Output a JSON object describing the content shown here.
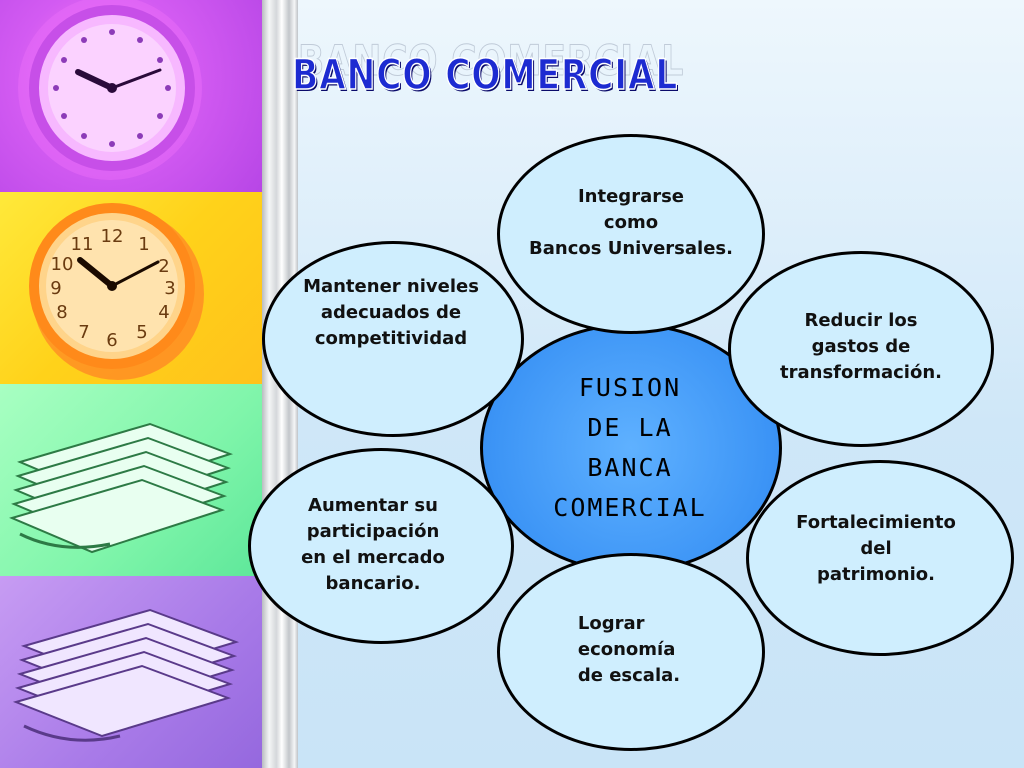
{
  "title": "BANCO COMERCIAL",
  "center": {
    "text": "FUSION\nDE LA\nBANCA\nCOMERCIAL"
  },
  "nodes": {
    "top": "Integrarse\ncomo\nBancos Universales.",
    "left_top": "Mantener niveles\nadecuados de\ncompetitividad",
    "right_top": "Reducir los\ngastos de\ntransformación.",
    "left_bottom": "Aumentar su\nparticipación\nen el mercado\nbancario.",
    "right_bottom": "Fortalecimiento\ndel\npatrimonio.",
    "bottom": "Lograr\neconomía\nde escala."
  },
  "colors": {
    "title": "#1d2bd1",
    "center_fill": "#3d95f6",
    "node_fill": "#cfeefe",
    "outline": "#000000",
    "background": "#d8ecf9"
  },
  "icons": {
    "panel_1": "clock-icon",
    "panel_2": "clock-icon",
    "panel_3": "papers-icon",
    "panel_4": "papers-icon"
  }
}
